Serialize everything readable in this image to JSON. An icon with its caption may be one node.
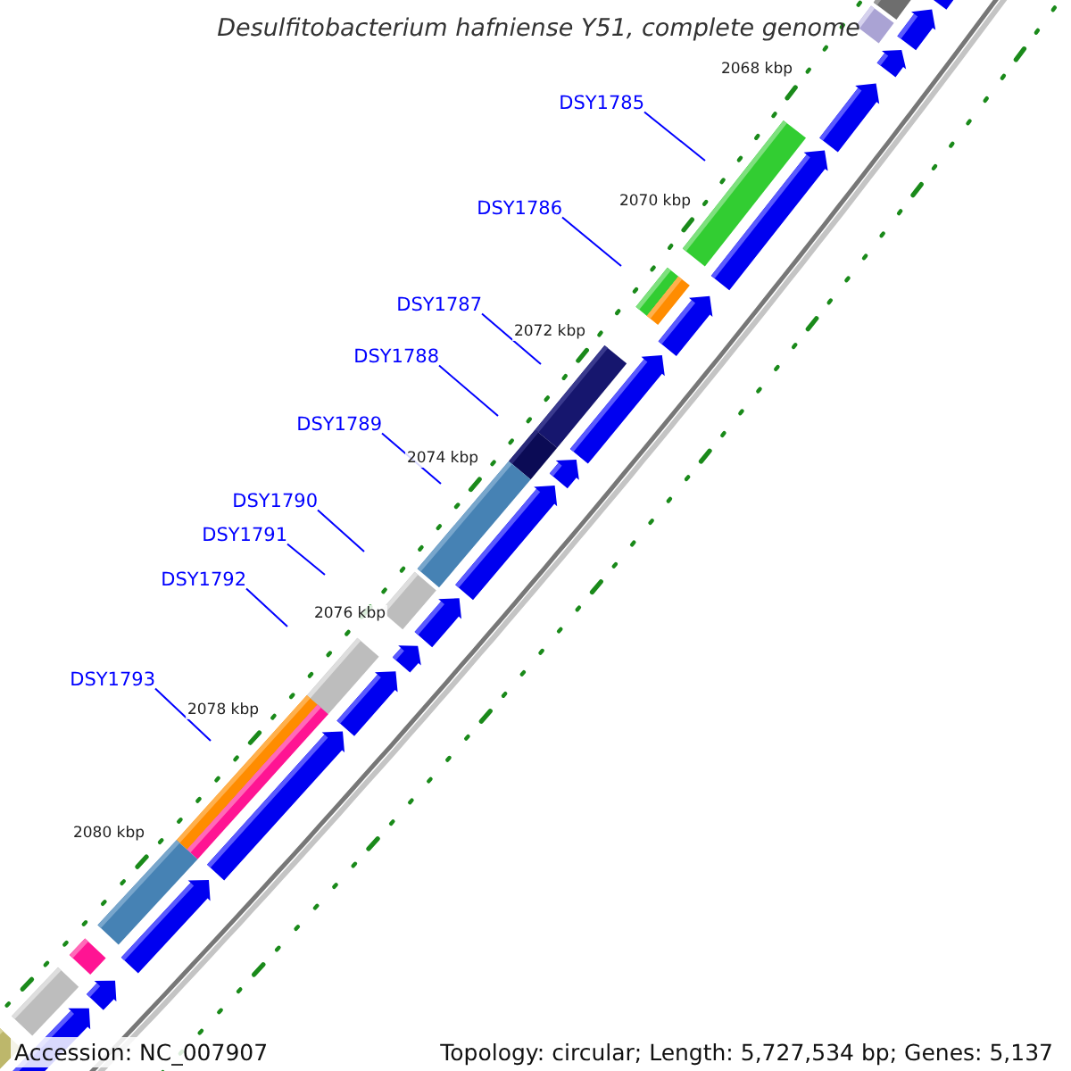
{
  "diagram": {
    "title": "Desulfitobacterium hafniense Y51, complete genome",
    "nodes": [
      {
        "text": [
          "DSY1785"
        ]
      },
      {
        "text": [
          "DSY1786"
        ]
      },
      {
        "text": [
          "DSY1787"
        ]
      },
      {
        "text": [
          "DSY1788"
        ]
      },
      {
        "text": [
          "DSY1789"
        ]
      },
      {
        "text": [
          "DSY1790"
        ]
      },
      {
        "text": [
          "DSY1791"
        ]
      },
      {
        "text": [
          "DSY1792"
        ]
      },
      {
        "text": [
          "DSY1793"
        ]
      }
    ],
    "edges": [
      {
        "from": 0,
        "to": null,
        "arrow": "none"
      },
      {
        "from": 1,
        "to": null,
        "arrow": "none"
      },
      {
        "from": 2,
        "to": null,
        "arrow": "none"
      },
      {
        "from": 3,
        "to": null,
        "arrow": "none"
      },
      {
        "from": 4,
        "to": null,
        "arrow": "none"
      },
      {
        "from": 5,
        "to": null,
        "arrow": "none"
      },
      {
        "from": 6,
        "to": null,
        "arrow": "none"
      },
      {
        "from": 7,
        "to": null,
        "arrow": "none"
      },
      {
        "from": 8,
        "to": null,
        "arrow": "none"
      }
    ],
    "labels": [
      "2068 kbp",
      "2070 kbp",
      "2072 kbp",
      "2074 kbp",
      "2076 kbp",
      "2078 kbp",
      "2080 kbp",
      "Accession: NC_007907",
      "Topology: circular; Length: 5,727,534 bp; Genes: 5,137"
    ]
  }
}
